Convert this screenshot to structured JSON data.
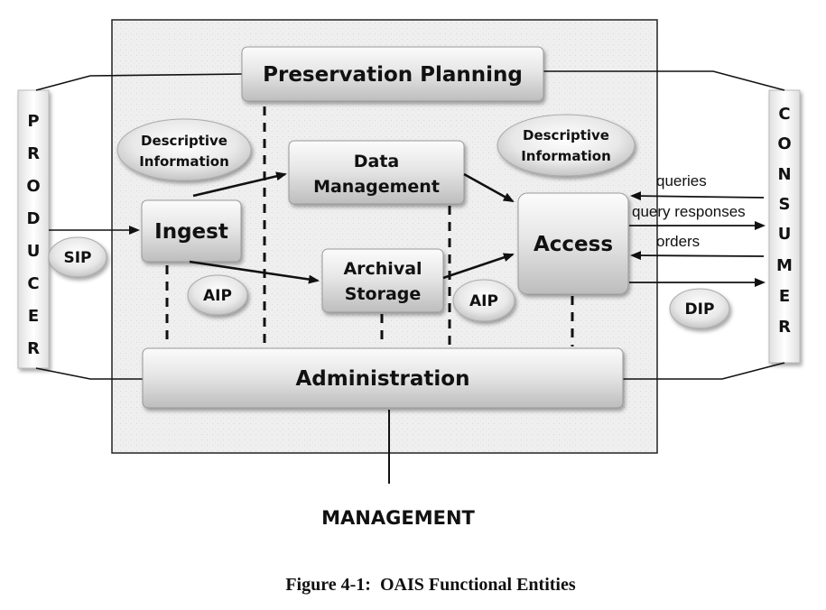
{
  "diagram": {
    "entities": {
      "preservation_planning": "Preservation Planning",
      "data_management": [
        "Data",
        "Management"
      ],
      "ingest": "Ingest",
      "archival_storage": [
        "Archival",
        "Storage"
      ],
      "access": "Access",
      "administration": "Administration"
    },
    "ellipses": {
      "descriptive_left": [
        "Descriptive",
        "Information"
      ],
      "descriptive_right": [
        "Descriptive",
        "Information"
      ],
      "sip": "SIP",
      "aip_left": "AIP",
      "aip_right": "AIP",
      "dip": "DIP"
    },
    "flows": {
      "queries": "queries",
      "query_responses": "query responses",
      "orders": "orders"
    },
    "producer_letters": [
      "P",
      "R",
      "O",
      "D",
      "U",
      "C",
      "E",
      "R"
    ],
    "consumer_letters": [
      "C",
      "O",
      "N",
      "S",
      "U",
      "M",
      "E",
      "R"
    ],
    "management_label": "MANAGEMENT",
    "caption": "Figure 4-1:  OAIS Functional Entities"
  }
}
